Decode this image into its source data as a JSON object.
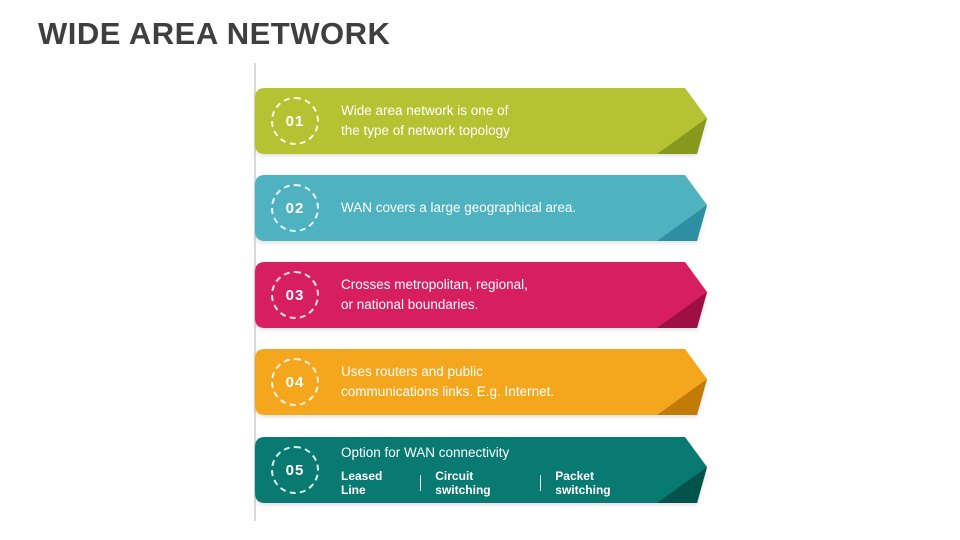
{
  "slide": {
    "title": "WIDE AREA NETWORK"
  },
  "ribbons": [
    {
      "number": "01",
      "text": "Wide area network is one of\nthe type of network topology",
      "color": "#b5c333",
      "fold": "#87981c"
    },
    {
      "number": "02",
      "text": "WAN covers a large geographical area.",
      "color": "#4fb2c1",
      "fold": "#2c8fa2"
    },
    {
      "number": "03",
      "text": "Crosses metropolitan, regional,\nor national boundaries.",
      "color": "#d71f5f",
      "fold": "#9e0f42"
    },
    {
      "number": "04",
      "text": "Uses routers and public\ncommunications links. E.g. Internet.",
      "color": "#f4a71d",
      "fold": "#c27c05"
    },
    {
      "number": "05",
      "text": "Option for WAN connectivity",
      "color": "#087a72",
      "fold": "#04524c",
      "options": [
        "Leased Line",
        "Circuit switching",
        "Packet switching"
      ]
    }
  ]
}
